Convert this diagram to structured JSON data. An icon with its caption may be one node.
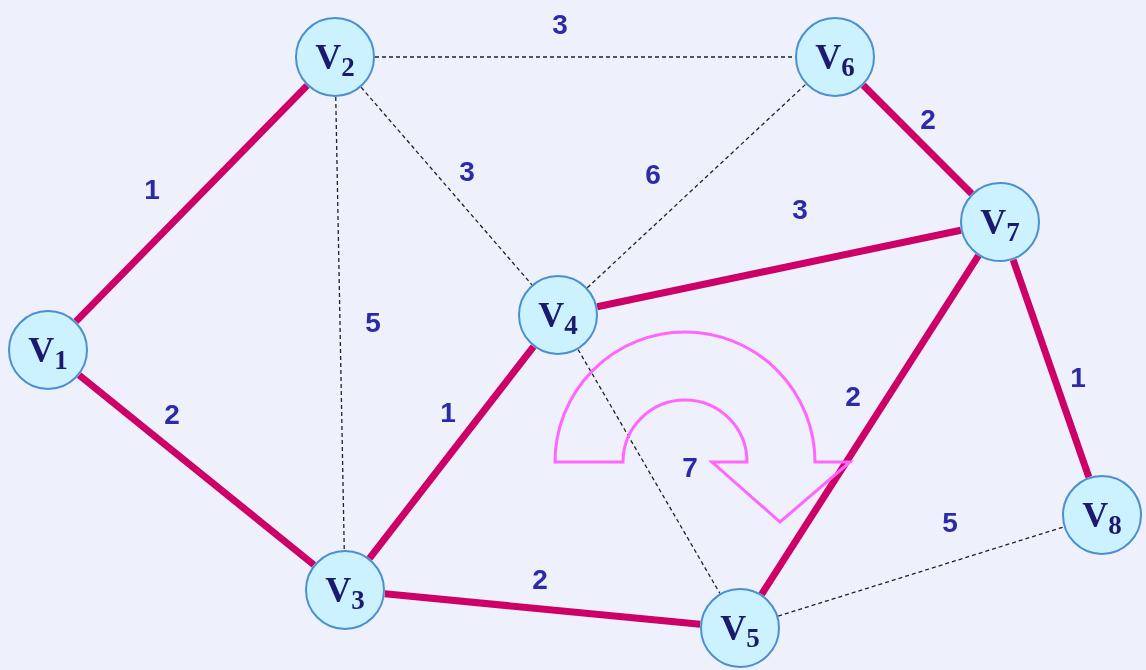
{
  "diagram": {
    "nodes": [
      {
        "text": [
          "V$_{1}$"
        ]
      },
      {
        "text": [
          "V$_{2}$"
        ]
      },
      {
        "text": [
          "V$_{3}$"
        ]
      },
      {
        "text": [
          "V$_{4}$"
        ]
      },
      {
        "text": [
          "V$_{5}$"
        ]
      },
      {
        "text": [
          "V$_{6}$"
        ]
      },
      {
        "text": [
          "V$_{7}$"
        ]
      },
      {
        "text": [
          "V$_{8}$"
        ]
      }
    ],
    "edges": [
      {
        "from": 0,
        "to": 1,
        "arrow": "none",
        "label": "1"
      },
      {
        "from": 0,
        "to": 2,
        "arrow": "none",
        "label": "2"
      },
      {
        "from": 1,
        "to": 5,
        "arrow": "none",
        "label": "3",
        "style": "dashed",
        "color": "#222222"
      },
      {
        "from": 1,
        "to": 2,
        "arrow": "none",
        "label": "5",
        "style": "dashed",
        "color": "#222222"
      },
      {
        "from": 1,
        "to": 3,
        "arrow": "none",
        "label": "3",
        "style": "dashed",
        "color": "#222222"
      },
      {
        "from": 3,
        "to": 5,
        "arrow": "none",
        "label": "6",
        "style": "dashed",
        "color": "#222222"
      },
      {
        "from": 5,
        "to": 6,
        "arrow": "none",
        "label": "2"
      },
      {
        "from": 3,
        "to": 6,
        "arrow": "none",
        "label": "3"
      },
      {
        "from": 3,
        "to": 2,
        "arrow": "none",
        "label": "1"
      },
      {
        "from": 2,
        "to": 4,
        "arrow": "none",
        "label": "2"
      },
      {
        "from": 3,
        "to": 4,
        "arrow": "none",
        "label": "7",
        "style": "dashed",
        "color": "#222222"
      },
      {
        "from": 6,
        "to": 4,
        "arrow": "none",
        "label": "2"
      },
      {
        "from": 6,
        "to": 7,
        "arrow": "none",
        "label": "1"
      },
      {
        "from": 4,
        "to": 7,
        "arrow": "none",
        "label": "5",
        "style": "dashed",
        "color": "#222222"
      }
    ]
  }
}
